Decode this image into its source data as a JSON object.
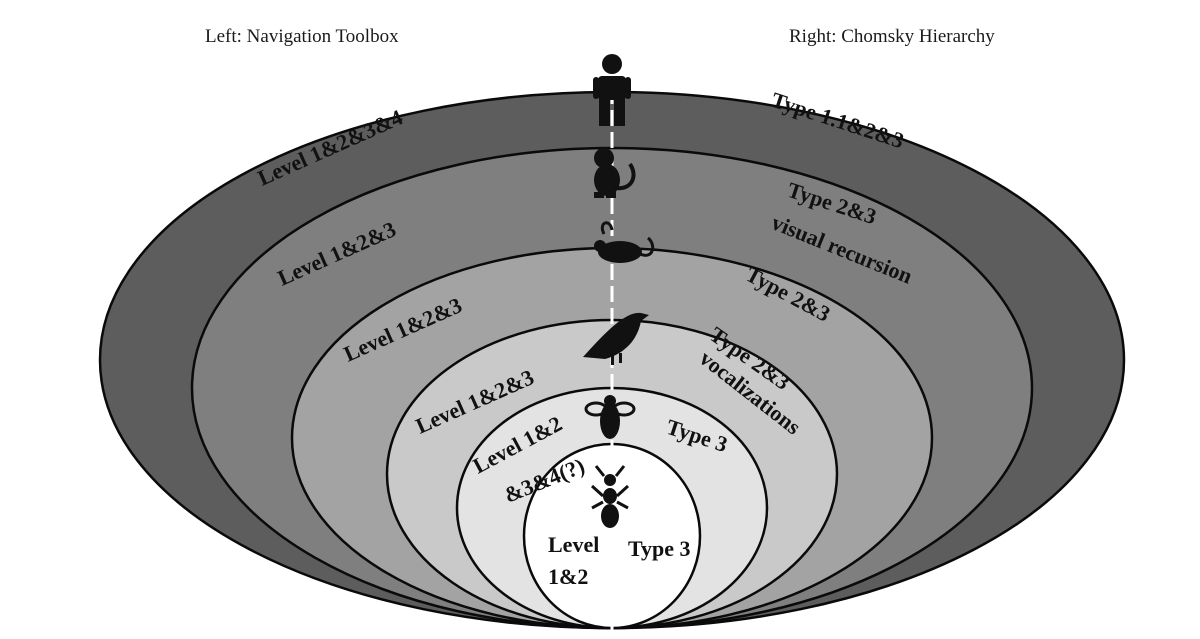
{
  "header": {
    "left": "Left: Navigation Toolbox",
    "right": "Right: Chomsky Hierarchy"
  },
  "colors": {
    "ring1": "#5d5d5d",
    "ring2": "#7f7f7f",
    "ring3": "#a3a3a3",
    "ring4": "#c9c9c9",
    "ring5": "#e3e3e3",
    "ring6": "#f3f3f3",
    "ring7": "#ffffff",
    "outline": "#0a0a0a",
    "icon": "#111111",
    "axis": "#ffffff"
  },
  "rings": [
    {
      "level": "Level 1&2&3&4",
      "type": "Type 1.1&2&3",
      "type_extra": "",
      "animal": "human-icon"
    },
    {
      "level": "Level 1&2&3",
      "type": "Type 2&3",
      "type_extra": "visual recursion",
      "animal": "monkey-icon"
    },
    {
      "level": "Level 1&2&3",
      "type": "Type 2&3",
      "type_extra": "",
      "animal": "mouse-icon"
    },
    {
      "level": "Level 1&2&3",
      "type": "Type 2&3",
      "type_extra": "vocalizations",
      "animal": "bird-icon"
    },
    {
      "level": "Level 1&2",
      "level_extra": "&3&4(?)",
      "type": "Type 3",
      "animal": "bee-icon"
    },
    {
      "level": "Level",
      "level_extra": "1&2",
      "type": "Type 3",
      "animal": "ant-icon"
    }
  ]
}
